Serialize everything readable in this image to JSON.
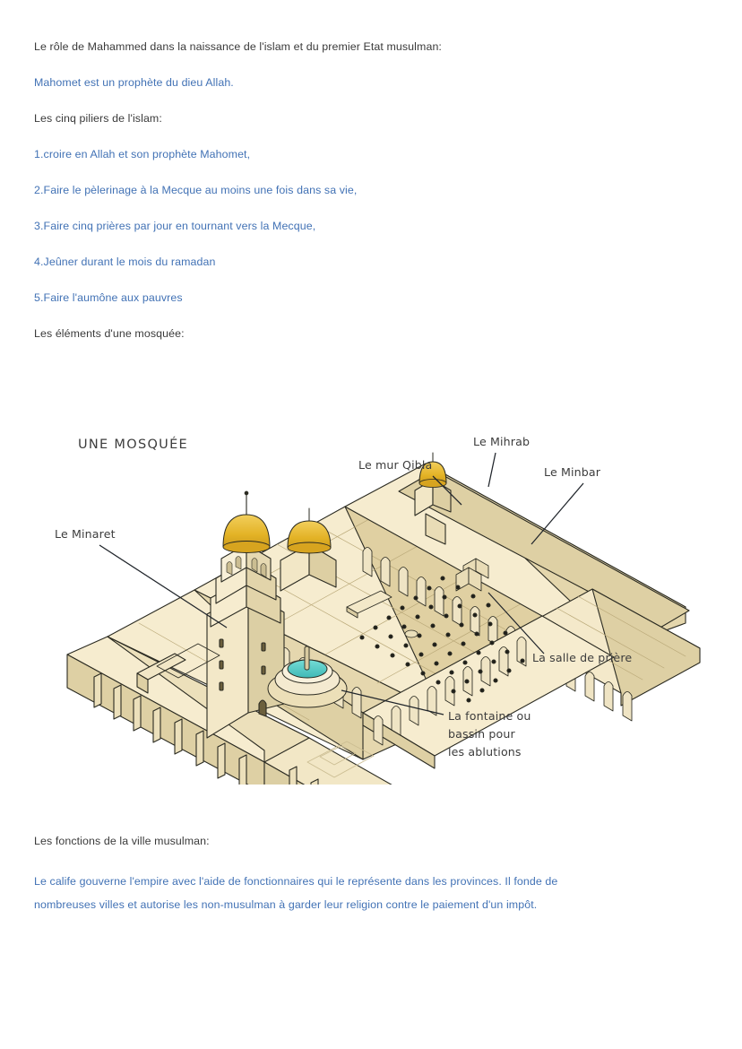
{
  "document": {
    "paragraphs": [
      {
        "id": "p1",
        "text": "Le rôle de Mahammed dans la naissance de l'islam et du premier Etat musulman:",
        "style": "dark"
      },
      {
        "id": "p2",
        "text": "Mahomet est un prophète du dieu Allah.",
        "style": "blue"
      },
      {
        "id": "p3",
        "text": "Les cinq piliers de l'islam:",
        "style": "dark"
      },
      {
        "id": "p4",
        "text": "1.croire en Allah et son prophète Mahomet,",
        "style": "blue"
      },
      {
        "id": "p5",
        "text": "2.Faire le pèlerinage à la Mecque au moins une fois dans sa vie,",
        "style": "blue"
      },
      {
        "id": "p6",
        "text": "3.Faire cinq prières par jour en tournant vers la Mecque,",
        "style": "blue"
      },
      {
        "id": "p7",
        "text": "4.Jeûner durant le mois du ramadan",
        "style": "blue"
      },
      {
        "id": "p8",
        "text": "5.Faire l'aumône aux pauvres",
        "style": "blue"
      },
      {
        "id": "p9",
        "text": "Les éléments d'une mosquée:",
        "style": "dark"
      }
    ],
    "closing": {
      "heading": "Les fonctions de la ville musulman:",
      "body_line_1": "Le calife gouverne l'empire avec l'aide de fonctionnaires qui le représente dans les provinces. Il fonde de",
      "body_line_2": "nombreuses villes et autorise les non-musulman à garder leur religion contre le paiement d'un impôt."
    }
  },
  "figure": {
    "title": "UNE MOSQUÉE",
    "labels": {
      "minaret": "Le Minaret",
      "qibla_wall": "Le mur Qibla",
      "mihrab": "Le Mihrab",
      "minbar": "Le Minbar",
      "prayer_hall": "La salle de prière",
      "fountain_line1": "La fontaine ou",
      "fountain_line2": "bassin pour",
      "fountain_line3": "les ablutions"
    },
    "colors": {
      "stone_light": "#f6eccf",
      "stone_mid": "#ece0bb",
      "stone_dark": "#d9c99b",
      "stone_shadow": "#c9b888",
      "outline": "#2b2b22",
      "dome_gold": "#e8b829",
      "dome_gold_dark": "#c2931a",
      "water_teal": "#55c9c6",
      "label_text": "#3c3c3c"
    }
  },
  "theme": {
    "text_dark": "#3a3a3a",
    "text_blue": "#4272b5",
    "background": "#ffffff"
  }
}
